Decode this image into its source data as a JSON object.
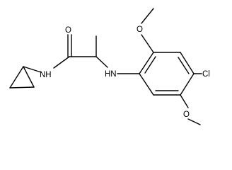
{
  "molecule": {
    "atoms": {
      "carbonyl_oxygen": "O",
      "amide_nitrogen": "NH",
      "amine_nitrogen": "HN",
      "methoxy_top_oxygen": "O",
      "methoxy_bottom_oxygen": "O",
      "chlorine": "Cl"
    }
  },
  "colors": {
    "bond": "#000000",
    "label": "#000000",
    "background": "#ffffff"
  }
}
